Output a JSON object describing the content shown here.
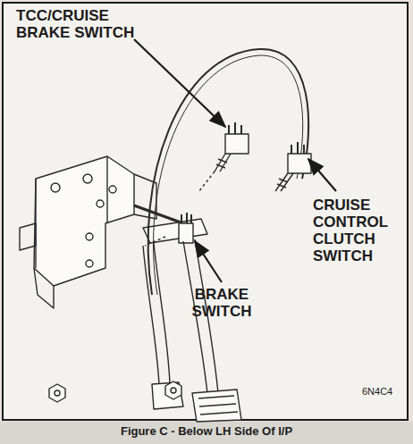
{
  "diagram": {
    "caption": "Figure C - Below LH Side Of I/P",
    "labels": [
      "TCC/CRUISE BRAKE SWITCH",
      "CRUISE CONTROL CLUTCH SWITCH",
      "BRAKE SWITCH",
      "6N4C4"
    ]
  }
}
